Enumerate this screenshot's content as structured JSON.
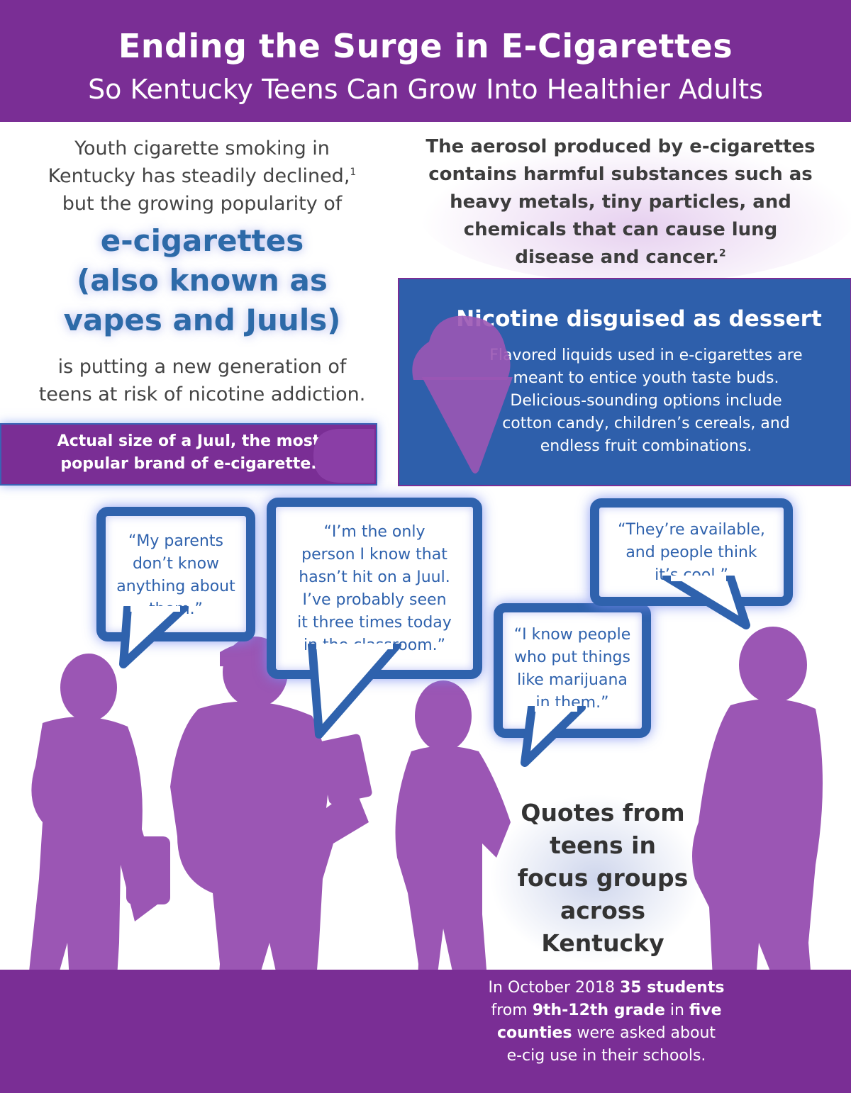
{
  "header": {
    "title": "Ending the Surge in E-Cigarettes",
    "subtitle": "So Kentucky Teens Can Grow Into Healthier Adults"
  },
  "intro": {
    "line1": "Youth cigarette smoking in",
    "line2": "Kentucky has steadily declined,",
    "sup1": "1",
    "line3": "but the growing popularity of",
    "highlight_1": "e-cigarettes",
    "highlight_2": "(also known as",
    "highlight_3": "vapes and Juuls)",
    "line4": "is putting a new generation of",
    "line5": "teens at risk of nicotine addiction."
  },
  "juul": {
    "line1": "Actual size of a Juul, the most",
    "line2": "popular brand of e-cigarette."
  },
  "aerosol": {
    "line1": "The aerosol produced by e-cigarettes",
    "line2": "contains harmful substances such as",
    "line3": "heavy metals, tiny particles, and",
    "line4": "chemicals that can cause lung",
    "line5": "disease and cancer.",
    "sup": "2"
  },
  "nicotine": {
    "title": "Nicotine disguised as dessert",
    "line1": "Flavored liquids used in e-cigarettes are",
    "line2": "meant to entice youth taste buds.",
    "line3": "Delicious-sounding options include",
    "line4": "cotton candy, children’s cereals, and",
    "line5": "endless fruit combinations."
  },
  "quotes": [
    {
      "lines": [
        "“My parents",
        "don’t know",
        "anything about",
        "them.”"
      ]
    },
    {
      "lines": [
        "“I’m the only",
        "person I know that",
        "hasn’t hit on a Juul.",
        "I’ve probably seen",
        "it three times today",
        "in the classroom.”"
      ]
    },
    {
      "lines": [
        "“I know people",
        "who put things",
        "like marijuana",
        "in them.”"
      ]
    },
    {
      "lines": [
        "“They’re available,",
        "and people think",
        "it’s cool.”"
      ]
    }
  ],
  "quotes_label": {
    "line1": "Quotes from",
    "line2": "teens in",
    "line3": "focus groups",
    "line4": "across",
    "line5": "Kentucky"
  },
  "survey": {
    "p1": "In October 2018 ",
    "b1": "35 students",
    "p2": "from ",
    "b2": "9th-12th grade",
    "p3": " in ",
    "b3": "five",
    "b4": "counties",
    "p4": " were asked about",
    "p5": "e-cig use in their schools."
  },
  "colors": {
    "purple": "#7a2e95",
    "silhouette": "#9b56b4",
    "blue": "#2e5fab",
    "highlight_blue": "#2d6aa8"
  }
}
